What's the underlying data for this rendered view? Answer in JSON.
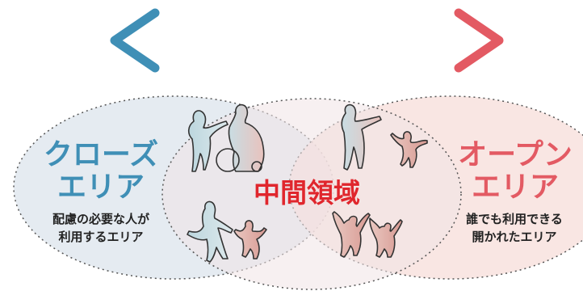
{
  "closed_area": {
    "title_line1": "クローズ",
    "title_line2": "エリア",
    "desc_line1": "配慮の必要な人が",
    "desc_line2": "利用するエリア",
    "color": "#3f8fb6"
  },
  "open_area": {
    "title_line1": "オープン",
    "title_line2": "エリア",
    "desc_line1": "誰でも利用できる",
    "desc_line2": "開かれたエリア",
    "color": "#e35a63"
  },
  "middle_area": {
    "label": "中間領域",
    "color": "#e0262d"
  },
  "arrow": {
    "color_left": "#3f8fb6",
    "color_right": "#e35a63",
    "style": "double-headed-gradient"
  },
  "figures": [
    "person-with-wheelchair-icon",
    "person-dancing-icon",
    "child-dancing-icon",
    "adult-holding-child-hand-icon",
    "people-raising-arms-icon"
  ]
}
